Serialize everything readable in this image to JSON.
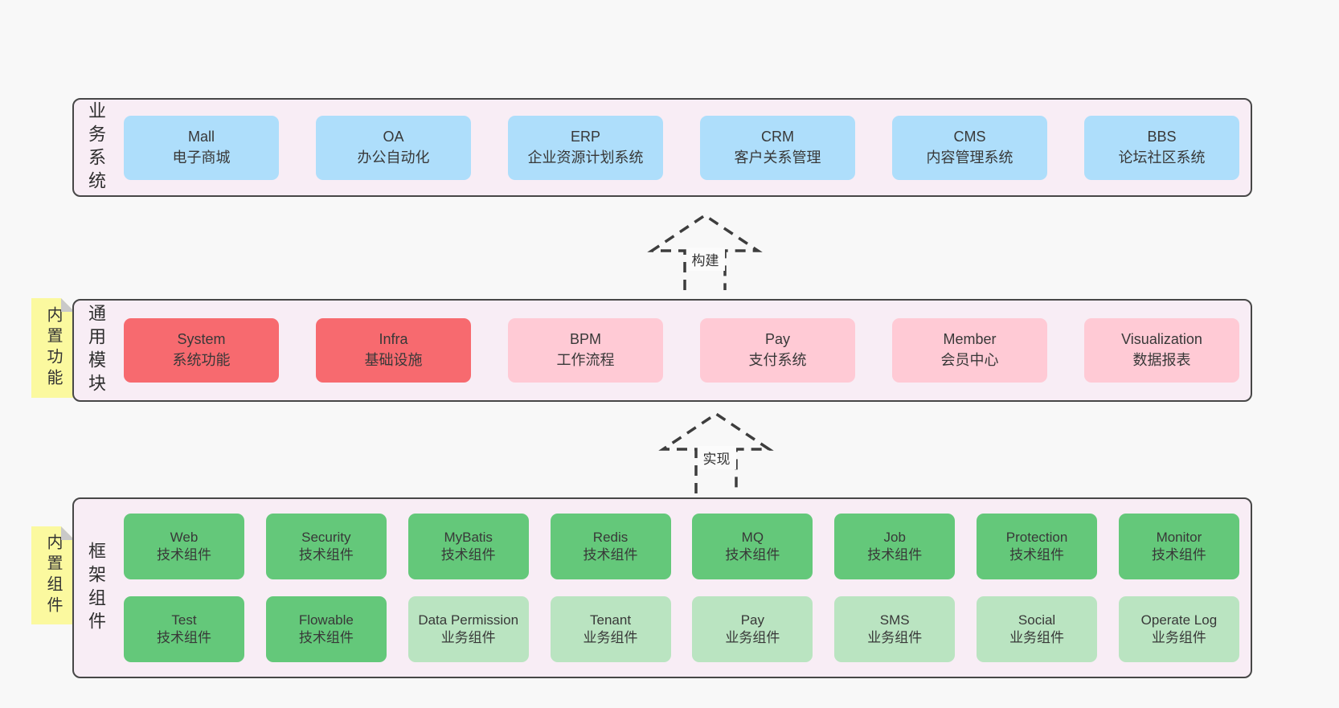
{
  "page": {
    "background": "#f8f8f8"
  },
  "palette": {
    "container_fill": "#f8edf5",
    "container_border": "#474747",
    "blue": "#aedefb",
    "red": "#f76a6f",
    "pink": "#ffcad5",
    "green": "#64c87a",
    "light_green": "#bae4c1",
    "note_yellow": "#fbf99f",
    "note_fold_gray": "#c9c9c9",
    "text": "#383838"
  },
  "arrows": {
    "build": {
      "label": "构建"
    },
    "implement": {
      "label": "实现"
    }
  },
  "layers": {
    "business": {
      "side_label": "业务系统",
      "boxes": [
        {
          "en": "Mall",
          "zh": "电子商城",
          "color": "blue"
        },
        {
          "en": "OA",
          "zh": "办公自动化",
          "color": "blue"
        },
        {
          "en": "ERP",
          "zh": "企业资源计划系统",
          "color": "blue"
        },
        {
          "en": "CRM",
          "zh": "客户关系管理",
          "color": "blue"
        },
        {
          "en": "CMS",
          "zh": "内容管理系统",
          "color": "blue"
        },
        {
          "en": "BBS",
          "zh": "论坛社区系统",
          "color": "blue"
        }
      ]
    },
    "modules": {
      "note": "内置功能",
      "side_label": "通用模块",
      "boxes": [
        {
          "en": "System",
          "zh": "系统功能",
          "color": "red"
        },
        {
          "en": "Infra",
          "zh": "基础设施",
          "color": "red"
        },
        {
          "en": "BPM",
          "zh": "工作流程",
          "color": "pink"
        },
        {
          "en": "Pay",
          "zh": "支付系统",
          "color": "pink"
        },
        {
          "en": "Member",
          "zh": "会员中心",
          "color": "pink"
        },
        {
          "en": "Visualization",
          "zh": "数据报表",
          "color": "pink"
        }
      ]
    },
    "components": {
      "note": "内置组件",
      "side_label": "框架组件",
      "row1": [
        {
          "en": "Web",
          "zh": "技术组件",
          "color": "green"
        },
        {
          "en": "Security",
          "zh": "技术组件",
          "color": "green"
        },
        {
          "en": "MyBatis",
          "zh": "技术组件",
          "color": "green"
        },
        {
          "en": "Redis",
          "zh": "技术组件",
          "color": "green"
        },
        {
          "en": "MQ",
          "zh": "技术组件",
          "color": "green"
        },
        {
          "en": "Job",
          "zh": "技术组件",
          "color": "green"
        },
        {
          "en": "Protection",
          "zh": "技术组件",
          "color": "green"
        },
        {
          "en": "Monitor",
          "zh": "技术组件",
          "color": "green"
        }
      ],
      "row2": [
        {
          "en": "Test",
          "zh": "技术组件",
          "color": "green"
        },
        {
          "en": "Flowable",
          "zh": "技术组件",
          "color": "green"
        },
        {
          "en": "Data Permission",
          "zh": "业务组件",
          "color": "light_green"
        },
        {
          "en": "Tenant",
          "zh": "业务组件",
          "color": "light_green"
        },
        {
          "en": "Pay",
          "zh": "业务组件",
          "color": "light_green"
        },
        {
          "en": "SMS",
          "zh": "业务组件",
          "color": "light_green"
        },
        {
          "en": "Social",
          "zh": "业务组件",
          "color": "light_green"
        },
        {
          "en": "Operate Log",
          "zh": "业务组件",
          "color": "light_green"
        }
      ]
    }
  }
}
